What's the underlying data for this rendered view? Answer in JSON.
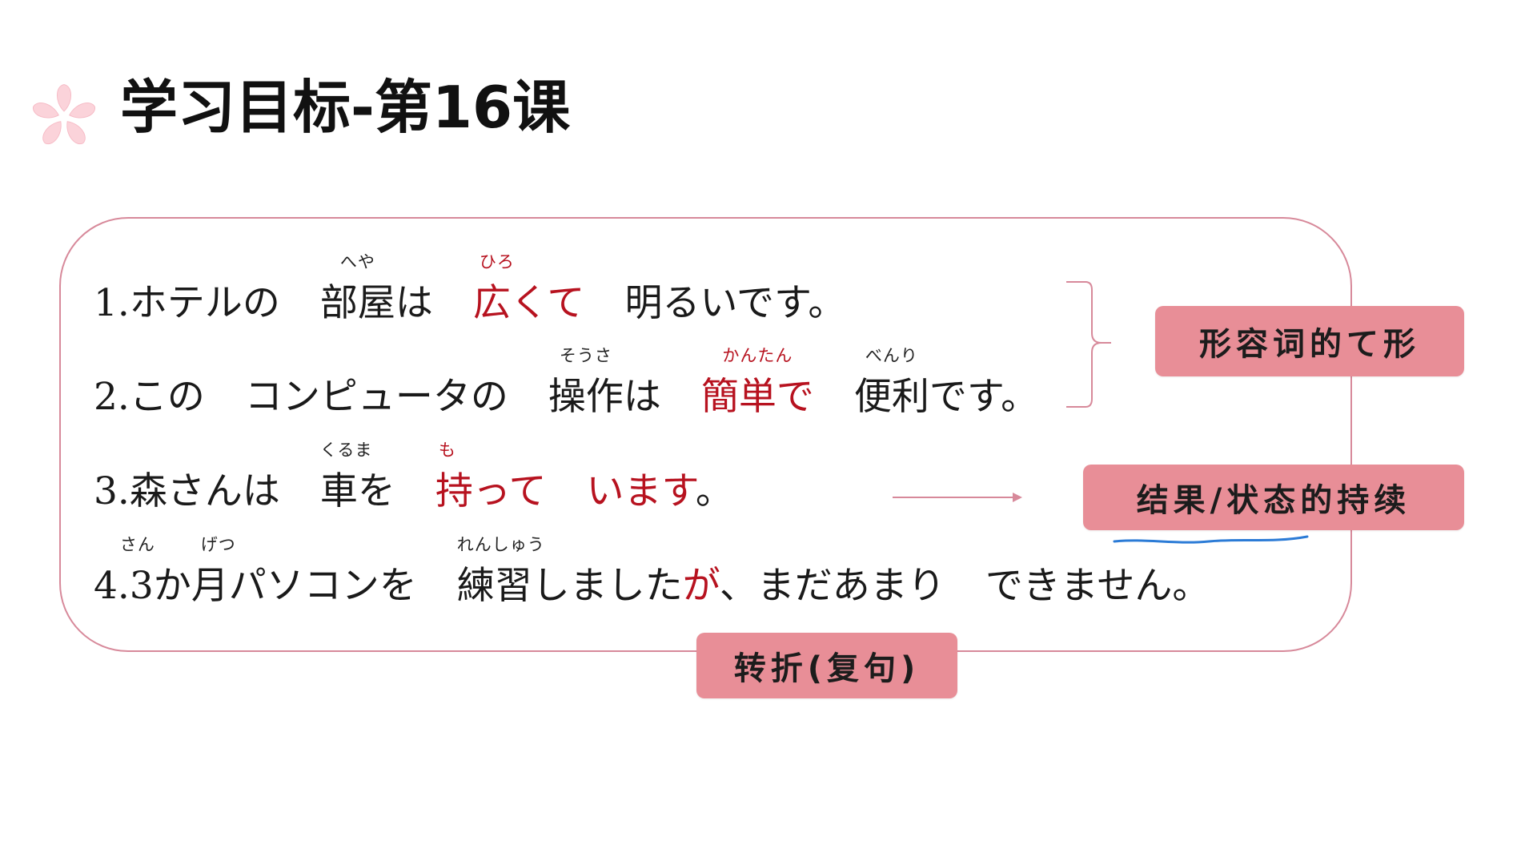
{
  "slide": {
    "title": "学习目标-第16课"
  },
  "sentences": [
    {
      "number": "1.",
      "seg1": "ホテルの",
      "seg2": "部屋",
      "seg2_ruby": "へや",
      "seg3": "は",
      "seg4": "広くて",
      "seg4_ruby": "ひろ",
      "seg5": "明るいです。"
    },
    {
      "number": "2.",
      "seg1": "この",
      "seg2": "コンピュータの",
      "seg3": "操作",
      "seg3_ruby": "そうさ",
      "seg3b": "は",
      "seg4": "簡単で",
      "seg4_ruby": "かんたん",
      "seg5": "便利",
      "seg5_ruby": "べんり",
      "seg5b": "です。"
    },
    {
      "number": "3.",
      "seg1": "森さんは",
      "seg2": "車",
      "seg2_ruby": "くるま",
      "seg2b": "を",
      "seg3": "持って",
      "seg3_ruby": "も",
      "seg4": "います",
      "seg5": "。"
    },
    {
      "number": "4.",
      "seg1": "3",
      "seg1_ruby": "さん",
      "seg2": "か",
      "seg3": "月",
      "seg3_ruby": "げつ",
      "seg4": "パソコンを",
      "seg5": "練習",
      "seg5_ruby": "れんしゅう",
      "seg6": "しました",
      "seg7": "が",
      "seg8": "、まだあまり",
      "seg9": "できません。"
    }
  ],
  "tags": {
    "adjective_te": "形容词的て形",
    "result_state": "结果/状态的持续",
    "contrast": "转折(复句)"
  },
  "colors": {
    "highlight": "#b7121f",
    "tag_bg": "#e88e97",
    "frame": "#d7899a",
    "underline": "#2b7bd6"
  },
  "icons": [
    "sakura-icon",
    "arrow-right-icon",
    "brace-icon"
  ]
}
